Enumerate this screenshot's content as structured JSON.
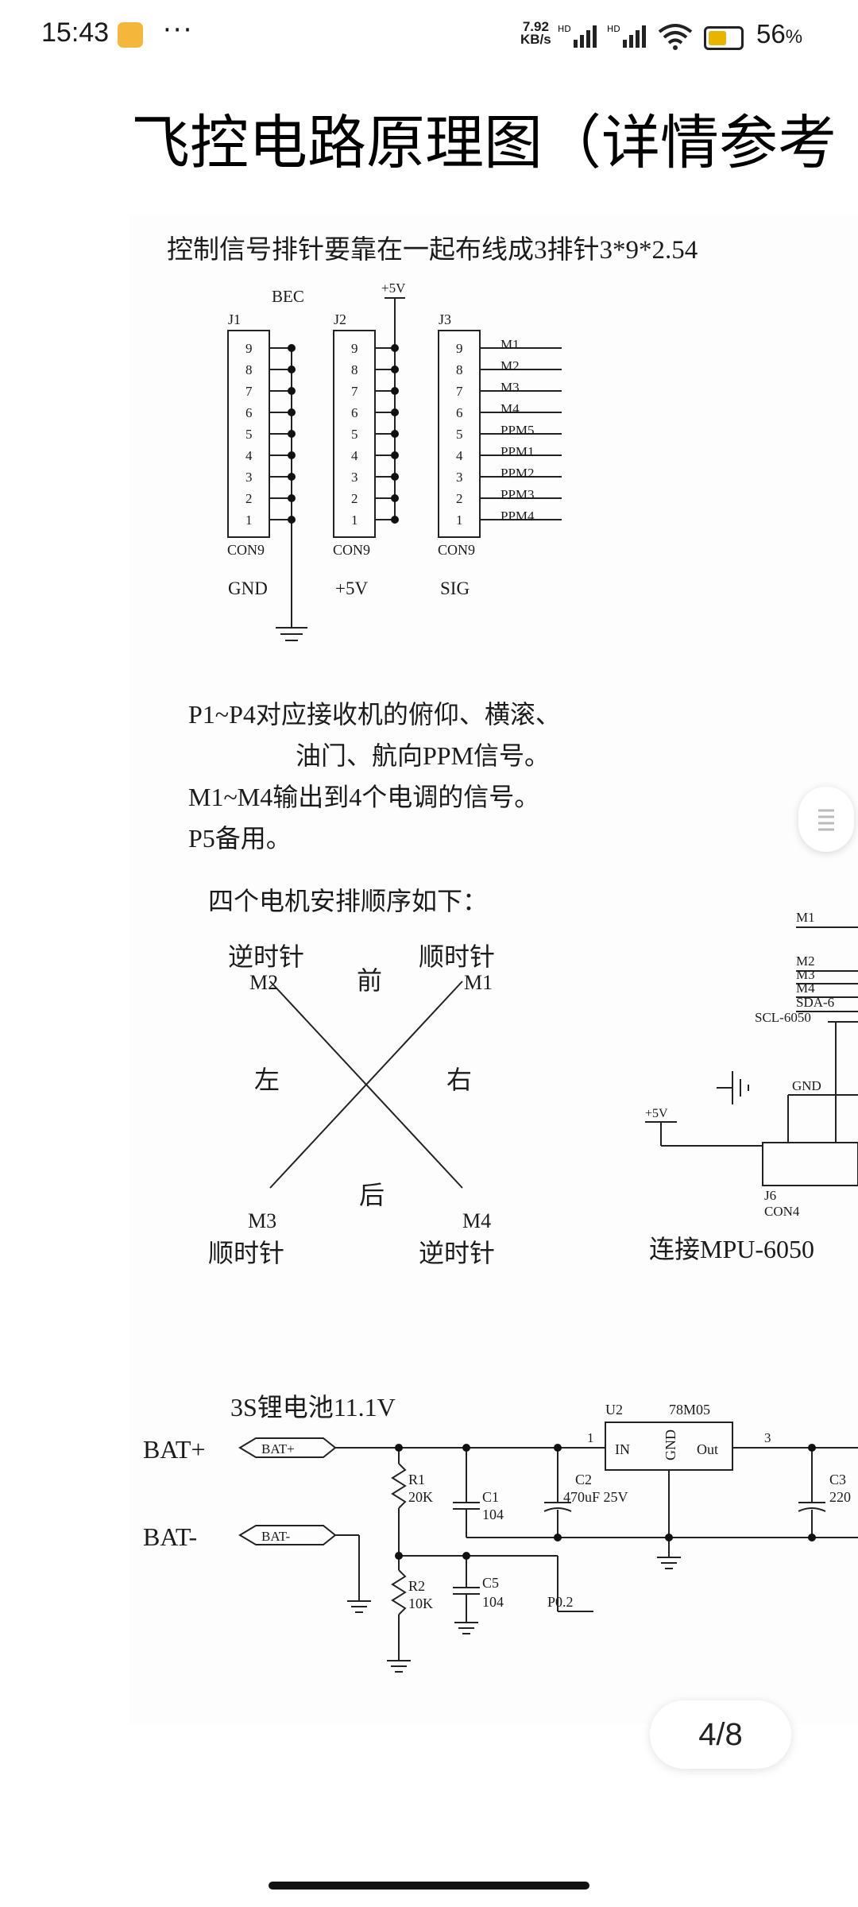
{
  "status_bar": {
    "time": "15:43",
    "more": "···",
    "net_speed_value": "7.92",
    "net_speed_unit": "KB/s",
    "hd1": "HD",
    "hd2": "HD",
    "battery_pct": "56",
    "battery_unit": "%"
  },
  "document": {
    "title": "飞控电路原理图（详情参考",
    "page_indicator": "4/8"
  },
  "schematic": {
    "header_note": "控制信号排针要靠在一起布线成3排针3*9*2.54",
    "bec_label": "BEC",
    "plus5v_top": "+5V",
    "connectors": [
      {
        "ref": "J1",
        "type": "CON9",
        "net": "GND"
      },
      {
        "ref": "J2",
        "type": "CON9",
        "net": "+5V"
      },
      {
        "ref": "J3",
        "type": "CON9",
        "net": "SIG"
      }
    ],
    "pins": [
      "9",
      "8",
      "7",
      "6",
      "5",
      "4",
      "3",
      "2",
      "1"
    ],
    "signals": [
      "M1",
      "M2",
      "M3",
      "M4",
      "PPM5",
      "PPM1",
      "PPM2",
      "PPM3",
      "PPM4"
    ],
    "notes": {
      "line1": "P1~P4对应接收机的俯仰、横滚、",
      "line2": "油门、航向PPM信号。",
      "line3": "M1~M4输出到4个电调的信号。",
      "line4": "P5备用。"
    },
    "motor": {
      "heading": "四个电机安排顺序如下：",
      "front": "前",
      "back": "后",
      "left": "左",
      "right": "右",
      "ccw": "逆时针",
      "cw": "顺时针",
      "m1": "M1",
      "m2": "M2",
      "m3": "M3",
      "m4": "M4"
    },
    "mpu": {
      "m1": "M1",
      "m2": "M2",
      "m3": "M3",
      "m4": "M4",
      "sda": "SDA-6",
      "scl": "SCL-6050",
      "gnd": "GND",
      "plus5v": "+5V",
      "j6": "J6",
      "con4": "CON4",
      "caption": "连接MPU-6050"
    },
    "power": {
      "battery_label": "3S锂电池11.1V",
      "bat_plus": "BAT+",
      "bat_minus": "BAT-",
      "u2": "U2",
      "regulator": "78M05",
      "in": "IN",
      "gnd": "GND",
      "out": "Out",
      "pin1": "1",
      "pin3": "3",
      "r1": "R1",
      "r1v": "20K",
      "c1": "C1",
      "c1v": "104",
      "c2": "C2",
      "c2v": "470uF 25V",
      "c3": "C3",
      "c3v": "220",
      "r2": "R2",
      "r2v": "10K",
      "c5": "C5",
      "c5v": "104",
      "p02": "P0.2"
    }
  }
}
